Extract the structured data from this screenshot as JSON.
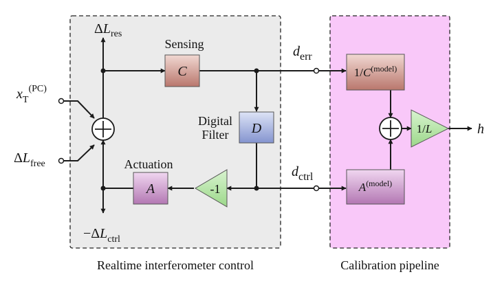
{
  "regions": {
    "realtime_label": "Realtime interferometer control",
    "calibration_label": "Calibration pipeline"
  },
  "blocks": {
    "sensing": {
      "title": "Sensing",
      "symbol": "C"
    },
    "digital_filter": {
      "title_line1": "Digital",
      "title_line2": "Filter",
      "symbol": "D"
    },
    "actuation": {
      "title": "Actuation",
      "symbol": "A"
    },
    "inverse_gain": {
      "text": "-1"
    },
    "inv_c_model": {
      "prefix": "1/",
      "symbol": "C",
      "superscript": "(model)"
    },
    "a_model": {
      "symbol": "A",
      "superscript": "(model)"
    },
    "inv_l": {
      "prefix": "1/",
      "symbol": "L"
    }
  },
  "signals": {
    "delta_l_res": {
      "prefix": "Δ",
      "symbol": "L",
      "subscript": "res"
    },
    "x_t_pc": {
      "symbol": "x",
      "subscript": "T",
      "superscript": "(PC)"
    },
    "delta_l_free": {
      "prefix": "Δ",
      "symbol": "L",
      "subscript": "free"
    },
    "minus_delta_l_ctrl": {
      "prefix": "−Δ",
      "symbol": "L",
      "subscript": "ctrl"
    },
    "d_err": {
      "symbol": "d",
      "subscript": "err"
    },
    "d_ctrl": {
      "symbol": "d",
      "subscript": "ctrl"
    },
    "h": {
      "symbol": "h"
    }
  },
  "colors": {
    "realtime_bg": "#ebebeb",
    "calibration_bg": "#f9c8f9",
    "sensing_block": "#c98f86",
    "filter_block": "#9aa8d8",
    "actuation_block": "#c792c7",
    "gain_triangle": "#b4e5a6",
    "line": "#1a1a1a"
  }
}
